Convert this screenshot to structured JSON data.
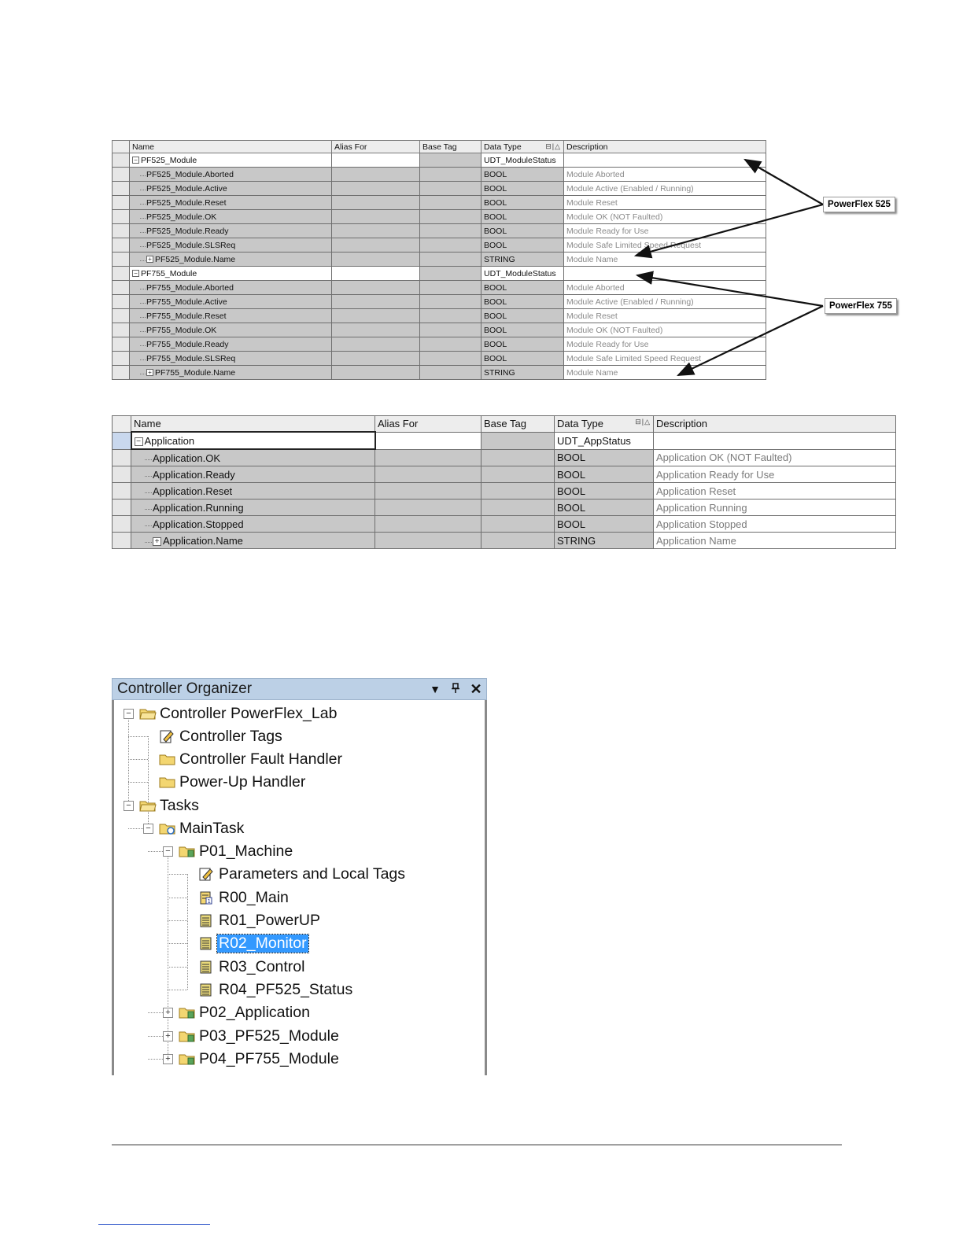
{
  "grid1": {
    "headers": [
      "Name",
      "Alias For",
      "Base Tag",
      "Data Type",
      "Description"
    ],
    "rows": [
      {
        "name": "PF525_Module",
        "type": "UDT_ModuleStatus",
        "desc": ""
      },
      {
        "name": "PF525_Module.Aborted",
        "type": "BOOL",
        "desc": "Module Aborted"
      },
      {
        "name": "PF525_Module.Active",
        "type": "BOOL",
        "desc": "Module Active (Enabled / Running)"
      },
      {
        "name": "PF525_Module.Reset",
        "type": "BOOL",
        "desc": "Module Reset"
      },
      {
        "name": "PF525_Module.OK",
        "type": "BOOL",
        "desc": "Module OK (NOT Faulted)"
      },
      {
        "name": "PF525_Module.Ready",
        "type": "BOOL",
        "desc": "Module Ready for Use"
      },
      {
        "name": "PF525_Module.SLSReq",
        "type": "BOOL",
        "desc": "Module Safe Limited Speed Request"
      },
      {
        "name": "PF525_Module.Name",
        "type": "STRING",
        "desc": "Module Name"
      },
      {
        "name": "PF755_Module",
        "type": "UDT_ModuleStatus",
        "desc": ""
      },
      {
        "name": "PF755_Module.Aborted",
        "type": "BOOL",
        "desc": "Module Aborted"
      },
      {
        "name": "PF755_Module.Active",
        "type": "BOOL",
        "desc": "Module Active (Enabled / Running)"
      },
      {
        "name": "PF755_Module.Reset",
        "type": "BOOL",
        "desc": "Module Reset"
      },
      {
        "name": "PF755_Module.OK",
        "type": "BOOL",
        "desc": "Module OK (NOT Faulted)"
      },
      {
        "name": "PF755_Module.Ready",
        "type": "BOOL",
        "desc": "Module Ready for Use"
      },
      {
        "name": "PF755_Module.SLSReq",
        "type": "BOOL",
        "desc": "Module Safe Limited Speed Request"
      },
      {
        "name": "PF755_Module.Name",
        "type": "STRING",
        "desc": "Module Name"
      }
    ],
    "callouts": [
      "PowerFlex 525",
      "PowerFlex 755"
    ]
  },
  "grid2": {
    "headers": [
      "Name",
      "Alias For",
      "Base Tag",
      "Data Type",
      "Description"
    ],
    "rows": [
      {
        "name": "Application",
        "type": "UDT_AppStatus",
        "desc": ""
      },
      {
        "name": "Application.OK",
        "type": "BOOL",
        "desc": "Application OK (NOT Faulted)"
      },
      {
        "name": "Application.Ready",
        "type": "BOOL",
        "desc": "Application Ready for Use"
      },
      {
        "name": "Application.Reset",
        "type": "BOOL",
        "desc": "Application Reset"
      },
      {
        "name": "Application.Running",
        "type": "BOOL",
        "desc": "Application Running"
      },
      {
        "name": "Application.Stopped",
        "type": "BOOL",
        "desc": "Application Stopped"
      },
      {
        "name": "Application.Name",
        "type": "STRING",
        "desc": "Application Name"
      }
    ]
  },
  "organizer": {
    "title": "Controller Organizer",
    "items": [
      {
        "label": "Controller PowerFlex_Lab"
      },
      {
        "label": "Controller Tags"
      },
      {
        "label": "Controller Fault Handler"
      },
      {
        "label": "Power-Up Handler"
      },
      {
        "label": "Tasks"
      },
      {
        "label": "MainTask"
      },
      {
        "label": "P01_Machine"
      },
      {
        "label": "Parameters and Local Tags"
      },
      {
        "label": "R00_Main"
      },
      {
        "label": "R01_PowerUP"
      },
      {
        "label": "R02_Monitor"
      },
      {
        "label": "R03_Control"
      },
      {
        "label": "R04_PF525_Status"
      },
      {
        "label": "P02_Application"
      },
      {
        "label": "P03_PF525_Module"
      },
      {
        "label": "P04_PF755_Module"
      }
    ],
    "selected": "R02_Monitor"
  }
}
